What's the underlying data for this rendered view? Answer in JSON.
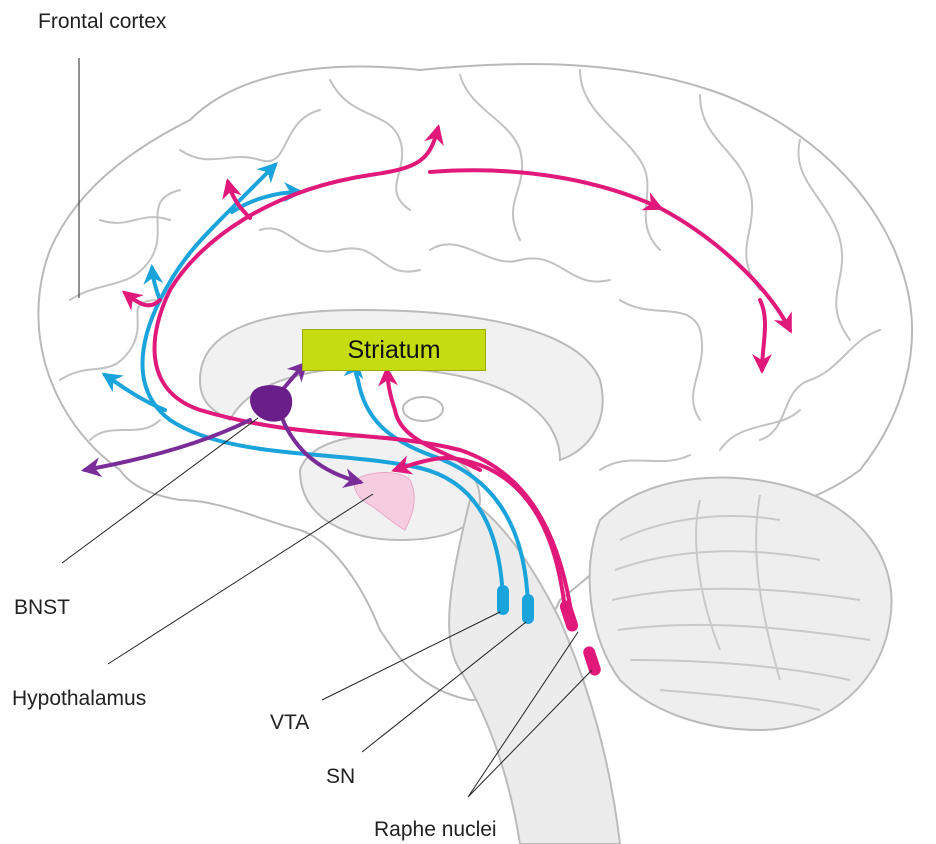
{
  "labels": {
    "frontal_cortex": "Frontal cortex",
    "striatum": "Striatum",
    "bnst": "BNST",
    "hypothalamus": "Hypothalamus",
    "vta": "VTA",
    "sn": "SN",
    "raphe_nuclei": "Raphe nuclei"
  },
  "colors": {
    "dopamine_vta_pathway": "#1ba3dc",
    "serotonin_raphe_pathway": "#e0197b",
    "bnst_pathway": "#7a2d98",
    "striatum_box": "#c5dc10",
    "hypothalamus_region": "#f6cde0",
    "brain_outline": "#b9b9b9"
  }
}
